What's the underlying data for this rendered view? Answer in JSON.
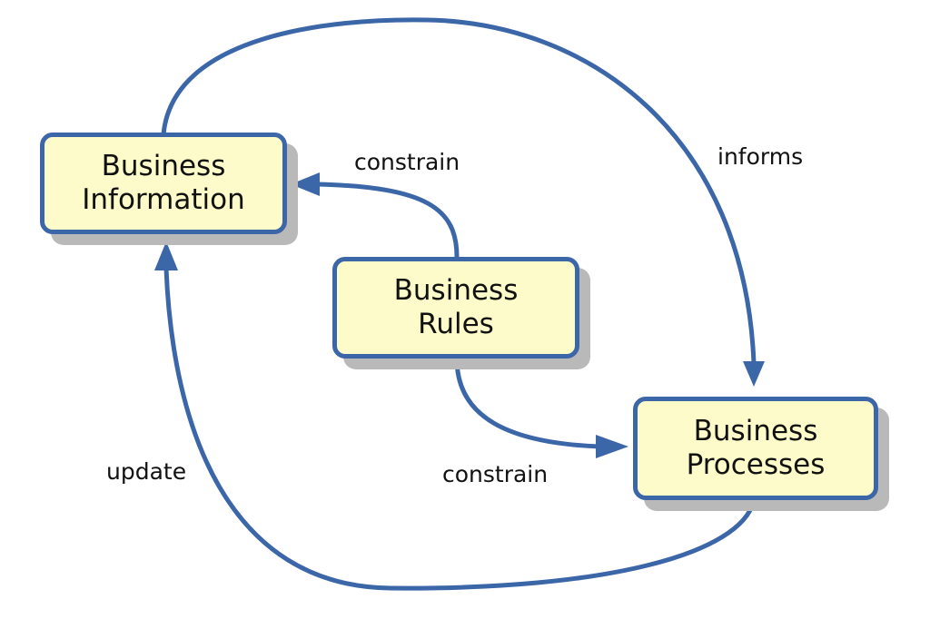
{
  "colors": {
    "edge": "#3b66a8",
    "node_fill": "#fdfbc9",
    "node_border": "#3b66a8",
    "shadow": "#b9b9b9",
    "text": "#111111"
  },
  "nodes": {
    "business_information": {
      "line1": "Business",
      "line2": "Information"
    },
    "business_rules": {
      "line1": "Business",
      "line2": "Rules"
    },
    "business_processes": {
      "line1": "Business",
      "line2": "Processes"
    }
  },
  "edges": {
    "informs": {
      "label": "informs",
      "from": "Business Information",
      "to": "Business Processes"
    },
    "constrain_information": {
      "label": "constrain",
      "from": "Business Rules",
      "to": "Business Information"
    },
    "constrain_processes": {
      "label": "constrain",
      "from": "Business Rules",
      "to": "Business Processes"
    },
    "update": {
      "label": "update",
      "from": "Business Processes",
      "to": "Business Information"
    }
  }
}
